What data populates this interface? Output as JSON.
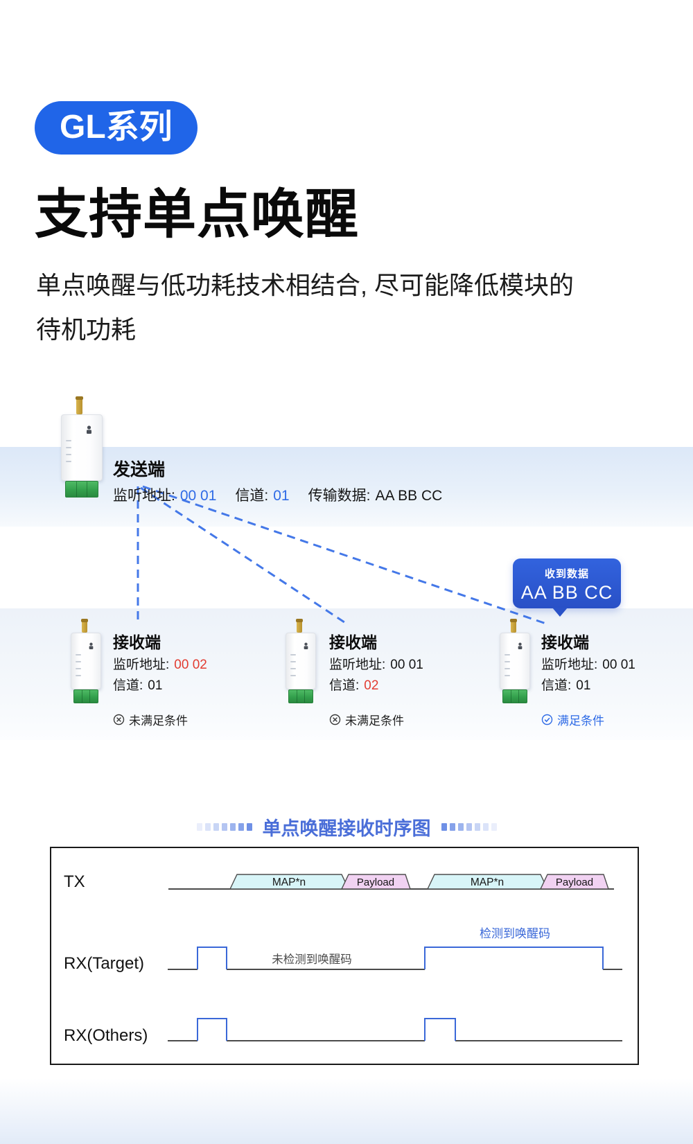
{
  "badge": {
    "label": "GL系列"
  },
  "hero": {
    "title": "支持单点唤醒",
    "subtitle_line1": "单点唤醒与低功耗技术相结合, 尽可能降低模块的",
    "subtitle_line2": "待机功耗"
  },
  "sender": {
    "name": "发送端",
    "fields": [
      {
        "label": "监听地址:",
        "value": "00 01",
        "color": "blue"
      },
      {
        "label": "信道:",
        "value": "01",
        "color": "blue"
      },
      {
        "label": "传输数据:",
        "value": "AA BB CC",
        "color": "dark"
      }
    ]
  },
  "bubble": {
    "title": "收到数据",
    "value": "AA BB CC"
  },
  "receivers": [
    {
      "name": "接收端",
      "addr_label": "监听地址:",
      "addr_value": "00 02",
      "addr_color": "red",
      "ch_label": "信道:",
      "ch_value": "01",
      "ch_color": "dark",
      "status": "未满足条件",
      "status_ok": false
    },
    {
      "name": "接收端",
      "addr_label": "监听地址:",
      "addr_value": "00 01",
      "addr_color": "dark",
      "ch_label": "信道:",
      "ch_value": "02",
      "ch_color": "red",
      "status": "未满足条件",
      "status_ok": false
    },
    {
      "name": "接收端",
      "addr_label": "监听地址:",
      "addr_value": "00 01",
      "addr_color": "dark",
      "ch_label": "信道:",
      "ch_value": "01",
      "ch_color": "dark",
      "status": "满足条件",
      "status_ok": true
    }
  ],
  "timing": {
    "title": "单点唤醒接收时序图",
    "row_tx": "TX",
    "row_rx_target": "RX(Target)",
    "row_rx_others": "RX(Others)",
    "seg_map1": "MAP*n",
    "seg_payload1": "Payload",
    "seg_map2": "MAP*n",
    "seg_payload2": "Payload",
    "note_not_detected": "未检测到唤醒码",
    "note_detected": "检测到唤醒码"
  },
  "colors": {
    "badge_blue": "#2065E8",
    "value_blue": "#2F6BE6",
    "alert_red": "#E23C31",
    "timing_title_blue": "#4A6ED8",
    "signal_blue": "#3A68D8",
    "connector_blue": "#4478E8",
    "map_fill": "#D8F5F8",
    "payload_fill": "#F1D2F2"
  }
}
